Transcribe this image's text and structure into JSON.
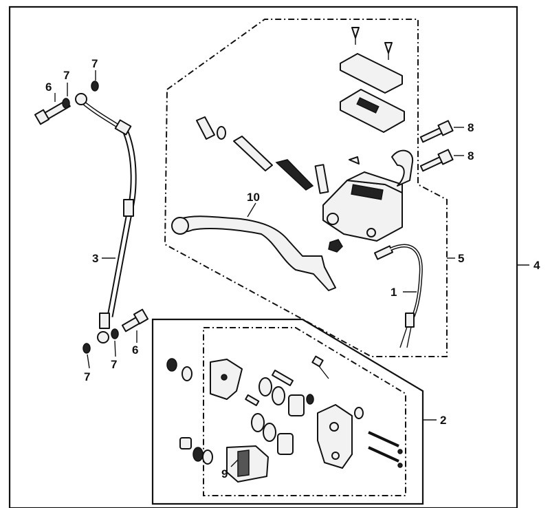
{
  "callouts": {
    "c1": "1",
    "c2": "2",
    "c3": "3",
    "c4": "4",
    "c5": "5",
    "c6_top": "6",
    "c6_bottom": "6",
    "c7_top_a": "7",
    "c7_top_b": "7",
    "c7_bottom_a": "7",
    "c7_bottom_b": "7",
    "c8_a": "8",
    "c8_b": "8",
    "c9": "9",
    "c10": "10"
  }
}
